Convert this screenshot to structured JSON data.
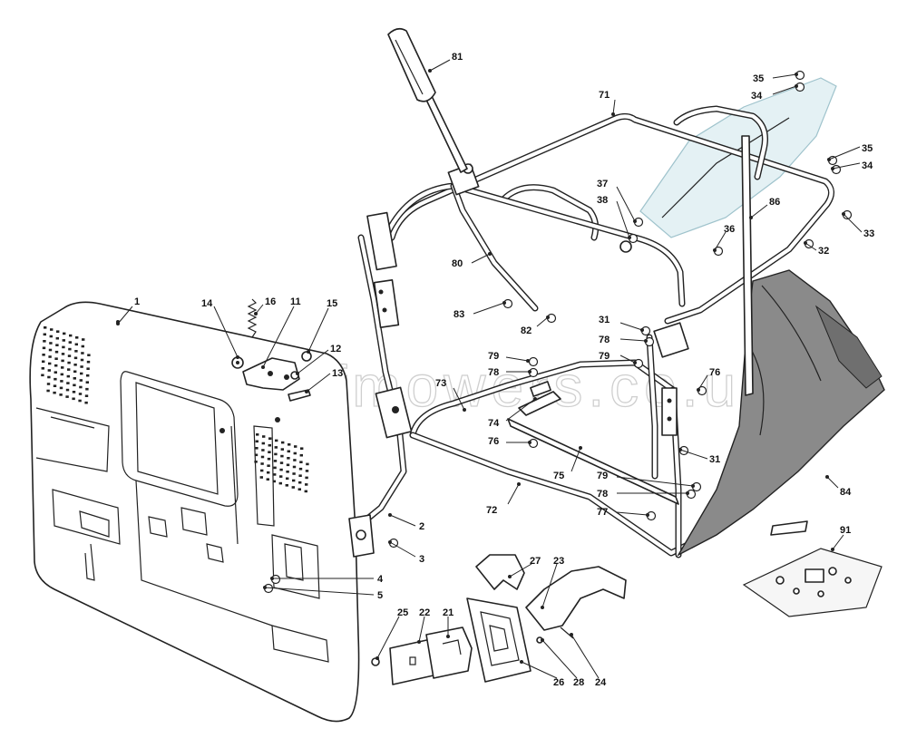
{
  "watermark": "worldofmowers.co.uk",
  "callouts": [
    {
      "id": "c1",
      "label": "1"
    },
    {
      "id": "c2",
      "label": "2"
    },
    {
      "id": "c3",
      "label": "3"
    },
    {
      "id": "c4",
      "label": "4"
    },
    {
      "id": "c5",
      "label": "5"
    },
    {
      "id": "c11",
      "label": "11"
    },
    {
      "id": "c12",
      "label": "12"
    },
    {
      "id": "c13",
      "label": "13"
    },
    {
      "id": "c14",
      "label": "14"
    },
    {
      "id": "c15",
      "label": "15"
    },
    {
      "id": "c16",
      "label": "16"
    },
    {
      "id": "c21",
      "label": "21"
    },
    {
      "id": "c22",
      "label": "22"
    },
    {
      "id": "c23",
      "label": "23"
    },
    {
      "id": "c24",
      "label": "24"
    },
    {
      "id": "c25",
      "label": "25"
    },
    {
      "id": "c26",
      "label": "26"
    },
    {
      "id": "c27",
      "label": "27"
    },
    {
      "id": "c28",
      "label": "28"
    },
    {
      "id": "c31a",
      "label": "31"
    },
    {
      "id": "c31b",
      "label": "31"
    },
    {
      "id": "c32",
      "label": "32"
    },
    {
      "id": "c33",
      "label": "33"
    },
    {
      "id": "c34a",
      "label": "34"
    },
    {
      "id": "c34b",
      "label": "34"
    },
    {
      "id": "c35a",
      "label": "35"
    },
    {
      "id": "c35b",
      "label": "35"
    },
    {
      "id": "c36",
      "label": "36"
    },
    {
      "id": "c37",
      "label": "37"
    },
    {
      "id": "c38",
      "label": "38"
    },
    {
      "id": "c71",
      "label": "71"
    },
    {
      "id": "c72",
      "label": "72"
    },
    {
      "id": "c73",
      "label": "73"
    },
    {
      "id": "c74",
      "label": "74"
    },
    {
      "id": "c75",
      "label": "75"
    },
    {
      "id": "c76a",
      "label": "76"
    },
    {
      "id": "c76b",
      "label": "76"
    },
    {
      "id": "c77",
      "label": "77"
    },
    {
      "id": "c78a",
      "label": "78"
    },
    {
      "id": "c78b",
      "label": "78"
    },
    {
      "id": "c78c",
      "label": "78"
    },
    {
      "id": "c79a",
      "label": "79"
    },
    {
      "id": "c79b",
      "label": "79"
    },
    {
      "id": "c79c",
      "label": "79"
    },
    {
      "id": "c80",
      "label": "80"
    },
    {
      "id": "c81",
      "label": "81"
    },
    {
      "id": "c82",
      "label": "82"
    },
    {
      "id": "c83",
      "label": "83"
    },
    {
      "id": "c84",
      "label": "84"
    },
    {
      "id": "c86",
      "label": "86"
    },
    {
      "id": "c91",
      "label": "91"
    }
  ],
  "colors": {
    "line": "#222222",
    "bag": "#8a8a8a",
    "window": "#e4f1f4",
    "watermark": "#cfcfcf"
  }
}
